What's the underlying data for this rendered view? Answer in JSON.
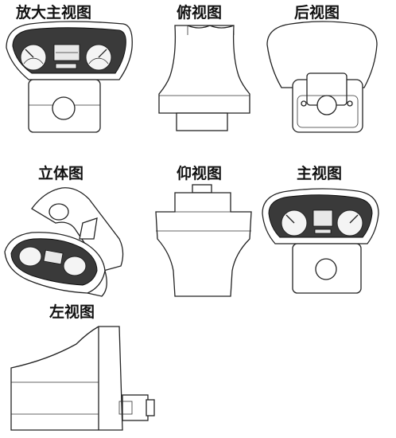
{
  "views": {
    "enlarged_front": {
      "label": "放大主视图"
    },
    "top": {
      "label": "俯视图"
    },
    "rear": {
      "label": "后视图"
    },
    "isometric": {
      "label": "立体图"
    },
    "bottom": {
      "label": "仰视图"
    },
    "front": {
      "label": "主视图"
    },
    "left": {
      "label": "左视图"
    }
  },
  "colors": {
    "line": "#222222",
    "panel": "#3a3a3a",
    "paper": "#ffffff"
  },
  "icons": [
    "speedometer-gauge-icon",
    "fuel-gauge-icon",
    "lcd-display-icon",
    "knob-icon"
  ]
}
